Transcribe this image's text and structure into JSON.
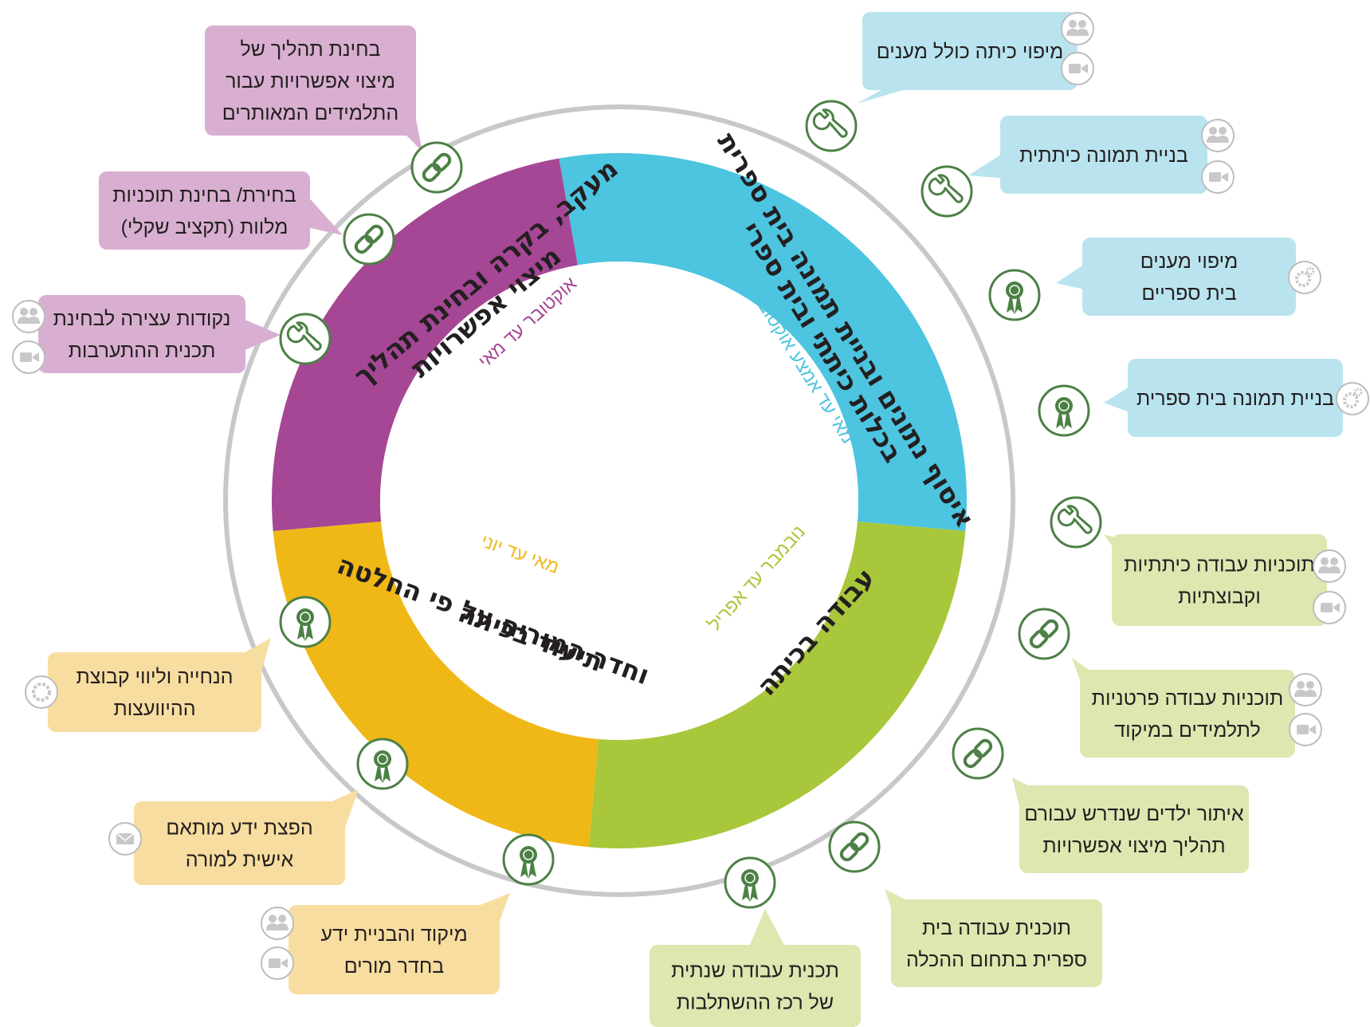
{
  "colors": {
    "blue": "#4dc4e0",
    "blue_light": "#b9e4ef",
    "green": "#a9c73a",
    "green_light": "#dde7b0",
    "yellow": "#f0b817",
    "yellow_light": "#f8dda0",
    "purple": "#a54795",
    "purple_light": "#d8afd1",
    "outer_ring": "#c8c8c8",
    "icon_stroke": "#4d8046",
    "grey_icon": "#c8c8c8"
  },
  "segments": [
    {
      "id": "seg-blue",
      "color_key": "blue",
      "line1": "איסוף נתונים ובניית תמונה בית ספרית",
      "line2": "בכלות כיתתי ובית ספרי",
      "dates": "מאי עד אמצע אוקטובר",
      "date_color": "#4dc4e0"
    },
    {
      "id": "seg-green",
      "color_key": "green",
      "line1": "עבודה בכיתה",
      "line2": "",
      "dates": "נובמבר עד אפריל",
      "date_color": "#a9c73a"
    },
    {
      "id": "seg-yellow",
      "color_key": "yellow",
      "line1": "תיעוד בכיתה",
      "line2": "וחדר המורים על פי החלטה",
      "dates": "מאי עד יוני",
      "date_color": "#f0b817"
    },
    {
      "id": "seg-purple",
      "color_key": "purple",
      "line1": "מעקב, בקרה ובחינת תהליך",
      "line2": "מיצוי אפשרויות",
      "dates": "אוקטובר עד מאי",
      "date_color": "#a54795"
    }
  ],
  "bubbles": [
    {
      "id": "b1",
      "color_key": "blue_light",
      "lines": [
        "מיפוי כיתה כולל מענים"
      ],
      "side_icons": [
        "people-icon",
        "camera-icon"
      ],
      "ring_icon": "wrench-icon"
    },
    {
      "id": "b2",
      "color_key": "blue_light",
      "lines": [
        "בניית תמונה כיתתית"
      ],
      "side_icons": [
        "people-icon",
        "camera-icon"
      ],
      "ring_icon": "wrench-icon"
    },
    {
      "id": "b3",
      "color_key": "blue_light",
      "lines": [
        "מיפוי מענים",
        "בית ספריים"
      ],
      "side_icons": [
        "gears-icon"
      ],
      "ring_icon": "rosette-icon"
    },
    {
      "id": "b4",
      "color_key": "blue_light",
      "lines": [
        "בניית תמונה בית ספרית"
      ],
      "side_icons": [
        "gears-icon"
      ],
      "ring_icon": "rosette-icon"
    },
    {
      "id": "b5",
      "color_key": "green_light",
      "lines": [
        "תוכניות עבודה כיתתיות",
        "וקבוצתיות"
      ],
      "side_icons": [
        "people-icon",
        "camera-icon"
      ],
      "ring_icon": "wrench-icon"
    },
    {
      "id": "b6",
      "color_key": "green_light",
      "lines": [
        "תוכניות עבודה פרטניות",
        "לתלמידים במיקוד"
      ],
      "side_icons": [
        "people-icon",
        "camera-icon"
      ],
      "ring_icon": "link-icon"
    },
    {
      "id": "b7",
      "color_key": "green_light",
      "lines": [
        "איתור ילדים שנדרש עבורם",
        "תהליך מיצוי אפשרויות"
      ],
      "side_icons": [],
      "ring_icon": "link-icon"
    },
    {
      "id": "b8",
      "color_key": "green_light",
      "lines": [
        "תוכנית עבודה בית",
        "ספרית בתחום ההכלה"
      ],
      "side_icons": [],
      "ring_icon": "link-icon"
    },
    {
      "id": "b9",
      "color_key": "green_light",
      "lines": [
        "תכנית עבודה שנתית",
        "של רכז ההשתלבות"
      ],
      "side_icons": [],
      "ring_icon": "rosette-icon"
    },
    {
      "id": "b10",
      "color_key": "yellow_light",
      "lines": [
        "מיקוד והבניית ידע",
        "בחדר מורים"
      ],
      "side_icons": [
        "people-icon",
        "camera-icon"
      ],
      "ring_icon": "rosette-icon"
    },
    {
      "id": "b11",
      "color_key": "yellow_light",
      "lines": [
        "הפצת ידע מותאם",
        "אישית למורה"
      ],
      "side_icons": [
        "mail-icon"
      ],
      "ring_icon": "rosette-icon"
    },
    {
      "id": "b12",
      "color_key": "yellow_light",
      "lines": [
        "הנחייה וליווי קבוצת",
        "ההיוועצות"
      ],
      "side_icons": [
        "circle-icon"
      ],
      "ring_icon": "rosette-icon"
    },
    {
      "id": "b13",
      "color_key": "purple_light",
      "lines": [
        "נקודות עצירה לבחינת",
        "תכנית ההתערבות"
      ],
      "side_icons": [
        "people-icon",
        "camera-icon"
      ],
      "ring_icon": "wrench-icon"
    },
    {
      "id": "b14",
      "color_key": "purple_light",
      "lines": [
        "בחירת/ בחינת תוכניות",
        "מלוות (תקציב שקלי)"
      ],
      "side_icons": [],
      "ring_icon": "link-icon"
    },
    {
      "id": "b15",
      "color_key": "purple_light",
      "lines": [
        "בחינת תהליך של",
        "מיצוי אפשרויות עבור",
        "התלמידים המאותרים"
      ],
      "side_icons": [],
      "ring_icon": "link-icon"
    }
  ]
}
